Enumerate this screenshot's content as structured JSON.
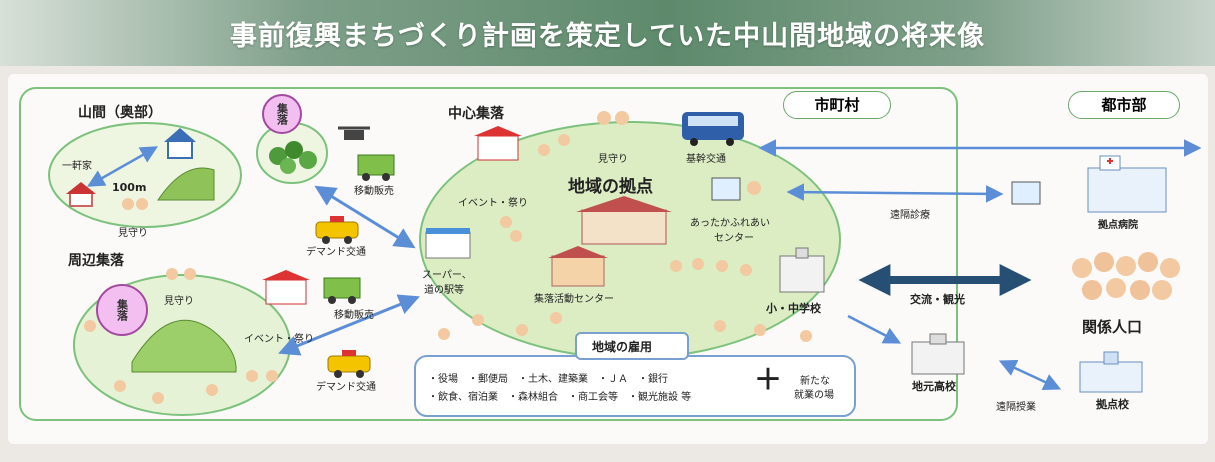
{
  "title": "事前復興まちづくり計画を策定していた中山間地域の将来像",
  "regions": {
    "municipality": "市町村",
    "urban": "都市部"
  },
  "mountain": {
    "heading": "山間（奥部）",
    "tag": "集落",
    "single_house": "一軒家",
    "distance": "100m",
    "watch": "見守り"
  },
  "surrounding": {
    "heading": "周辺集落",
    "tag": "集落",
    "watch": "見守り",
    "event": "イベント・祭り",
    "mobile_sales": "移動販売",
    "demand_transport": "デマンド交通"
  },
  "upper_links": {
    "mobile_sales": "移動販売",
    "demand_transport": "デマンド交通"
  },
  "center": {
    "heading": "中心集落",
    "hub": "地域の拠点",
    "watch": "見守り",
    "trunk_transport": "基幹交通",
    "event": "イベント・祭り",
    "welfare_center_line1": "あったかふれあい",
    "welfare_center_line2": "センター",
    "supermarket_line1": "スーパー、",
    "supermarket_line2": "道の駅等",
    "community_center": "集落活動センター",
    "school": "小・中学校"
  },
  "employment": {
    "heading": "地域の雇用",
    "line1": "・役場　・郵便局　・土木、建築業　・ＪＡ　・銀行",
    "line2": "・飲食、宿泊業　・森林組合　・商工会等　・観光施設 等",
    "plus": "＋",
    "new_work_line1": "新たな",
    "new_work_line2": "就業の場"
  },
  "right": {
    "telemedicine": "遠隔診療",
    "hospital": "拠点病院",
    "exchange": "交流・観光",
    "related_population": "関係人口",
    "local_high_school": "地元高校",
    "remote_class": "遠隔授業",
    "hub_school": "拠点校"
  },
  "colors": {
    "green_line": "#7cc17c",
    "ellipse_fill": "#dcedc4",
    "arrow_blue": "#5b8ed6",
    "dark_arrow": "#264f73",
    "tag_pink": "#f3bff0"
  }
}
